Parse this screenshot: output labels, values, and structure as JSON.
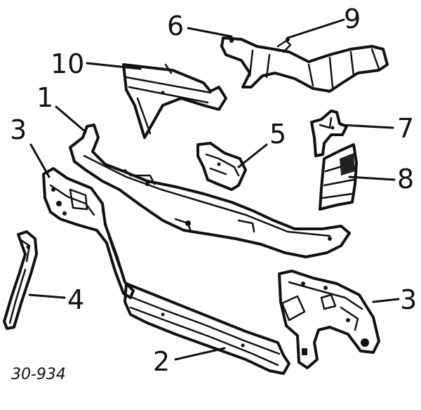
{
  "diagram": {
    "figure_id": "30-934",
    "callouts": [
      {
        "id": "c1",
        "label": "1"
      },
      {
        "id": "c2",
        "label": "2"
      },
      {
        "id": "c3a",
        "label": "3"
      },
      {
        "id": "c3b",
        "label": "3"
      },
      {
        "id": "c4",
        "label": "4"
      },
      {
        "id": "c5",
        "label": "5"
      },
      {
        "id": "c6",
        "label": "6"
      },
      {
        "id": "c7",
        "label": "7"
      },
      {
        "id": "c8",
        "label": "8"
      },
      {
        "id": "c9",
        "label": "9"
      },
      {
        "id": "c10",
        "label": "10"
      }
    ]
  }
}
